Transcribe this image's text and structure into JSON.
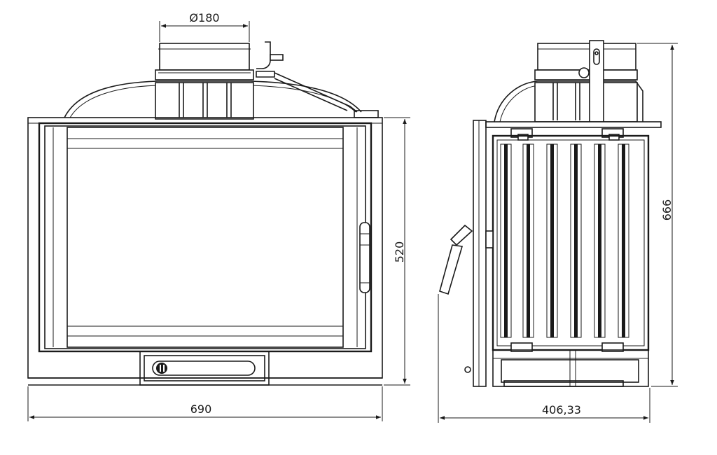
{
  "front_view": {
    "flue_diameter": "Ø180",
    "width": "690",
    "height": "520"
  },
  "side_view": {
    "height": "666",
    "depth": "406,33"
  },
  "colors": {
    "line": "#1a1a1a",
    "background": "#ffffff"
  }
}
